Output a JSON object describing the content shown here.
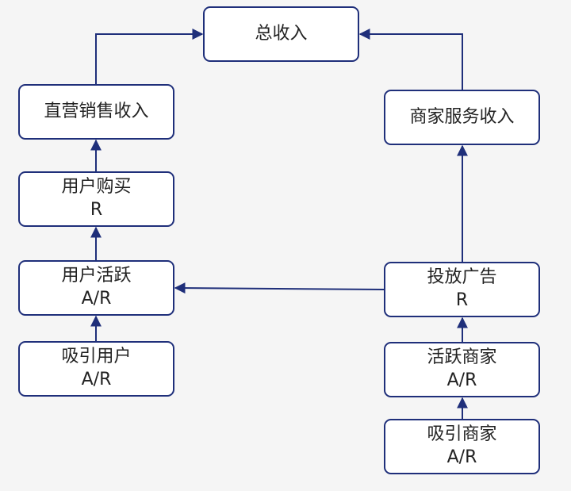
{
  "nodes": {
    "total_revenue": {
      "title": "总收入"
    },
    "direct_sales_revenue": {
      "title": "直营销售收入"
    },
    "merchant_service_revenue": {
      "title": "商家服务收入"
    },
    "user_purchase": {
      "title": "用户购买",
      "metric": "R"
    },
    "user_active": {
      "title": "用户活跃",
      "metric": "A/R"
    },
    "attract_users": {
      "title": "吸引用户",
      "metric": "A/R"
    },
    "ad_placement": {
      "title": "投放广告",
      "metric": "R"
    },
    "active_merchants": {
      "title": "活跃商家",
      "metric": "A/R"
    },
    "attract_merchants": {
      "title": "吸引商家",
      "metric": "A/R"
    }
  },
  "colors": {
    "border": "#1f2f7a",
    "arrow": "#1f2f7a",
    "node_fill": "#ffffff",
    "background": "#f5f5f5",
    "text": "#222222"
  }
}
